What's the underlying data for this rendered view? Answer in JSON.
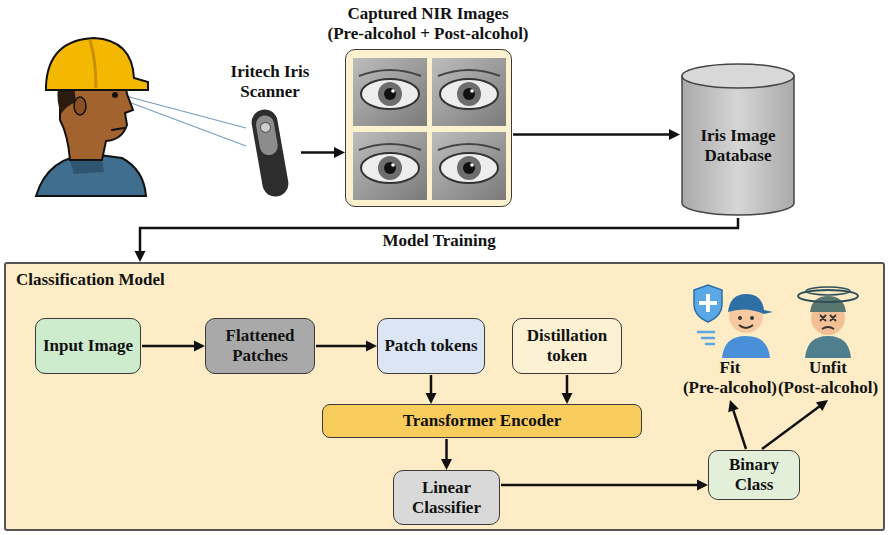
{
  "diagram": {
    "nodes": [
      {
        "text": [
          "Iritech Iris Scanner"
        ]
      },
      {
        "text": [
          "Captured NIR Images",
          "(Pre-alcohol + Post-alcohol)"
        ]
      },
      {
        "text": [
          "Iris Image Database"
        ]
      },
      {
        "text": [
          "Classification Model"
        ]
      },
      {
        "text": [
          "Input Image"
        ],
        "in": 3
      },
      {
        "text": [
          "Flattened Patches"
        ],
        "in": 3
      },
      {
        "text": [
          "Patch tokens"
        ],
        "in": 3
      },
      {
        "text": [
          "Distillation token"
        ],
        "in": 3
      },
      {
        "text": [
          "Transformer Encoder"
        ],
        "in": 3
      },
      {
        "text": [
          "Linear Classifier"
        ],
        "in": 3
      },
      {
        "text": [
          "Binary Class"
        ],
        "in": 3
      },
      {
        "text": [
          "Fit",
          "(Pre-alcohol)"
        ],
        "in": 3
      },
      {
        "text": [
          "Unfit",
          "(Post-alcohol)"
        ],
        "in": 3
      }
    ],
    "edges": [
      {
        "from": 0,
        "to": 1,
        "arrow": "to"
      },
      {
        "from": 1,
        "to": 2,
        "arrow": "to"
      },
      {
        "from": 2,
        "to": 3,
        "label": "Model Training",
        "arrow": "to"
      },
      {
        "from": 4,
        "to": 5,
        "arrow": "to"
      },
      {
        "from": 5,
        "to": 6,
        "arrow": "to"
      },
      {
        "from": 6,
        "to": 8,
        "arrow": "to"
      },
      {
        "from": 7,
        "to": 8,
        "arrow": "to"
      },
      {
        "from": 8,
        "to": 9,
        "arrow": "to"
      },
      {
        "from": 9,
        "to": 10,
        "arrow": "to"
      },
      {
        "from": 10,
        "to": 11,
        "arrow": "to"
      },
      {
        "from": 10,
        "to": 12,
        "arrow": "to"
      }
    ]
  }
}
